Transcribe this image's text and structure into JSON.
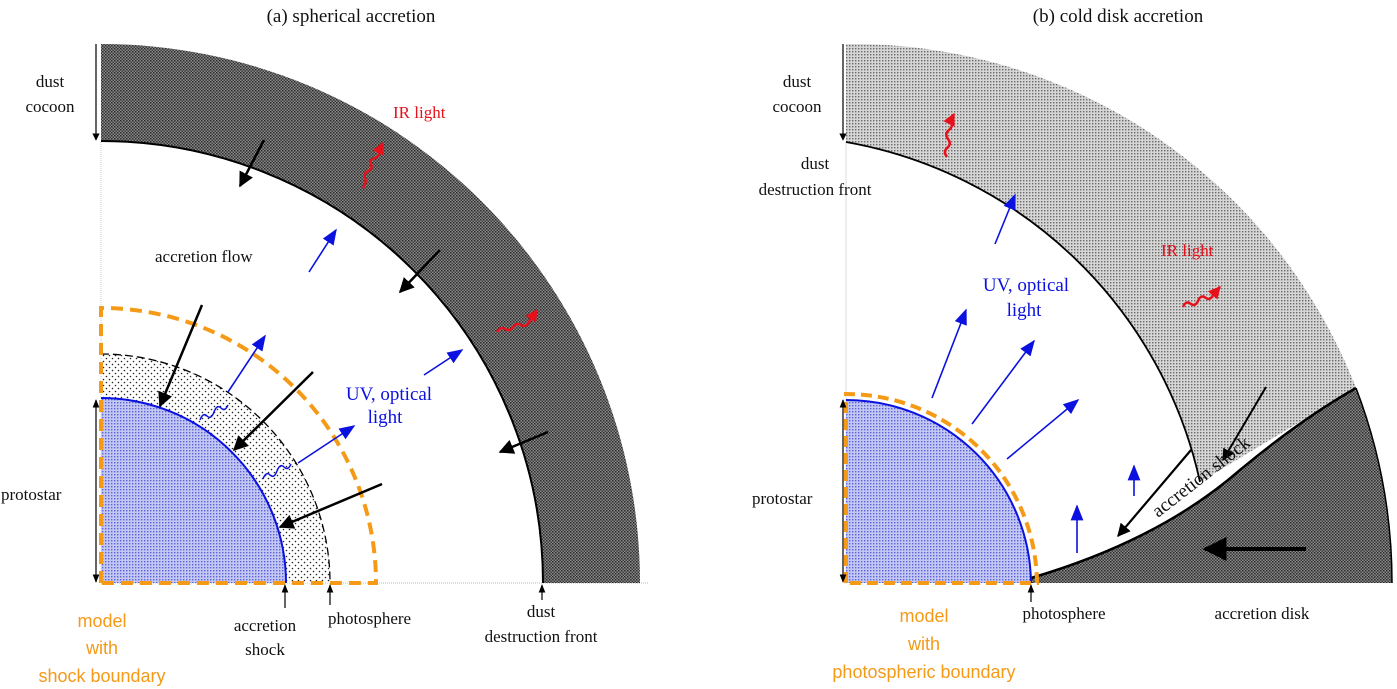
{
  "colors": {
    "dust_dark": "#6e6e6e",
    "dust_light": "#bdbdbd",
    "protostar_fill": "#8f96e6",
    "photosphere_dots": "#f2f2f2",
    "uv_blue": "#0b12e0",
    "ir_red": "#e8101a",
    "model_orange": "#f59a17",
    "text_black": "#111111"
  },
  "panel_a": {
    "title": "(a) spherical accretion",
    "labels": {
      "dust_cocoon_1": "dust",
      "dust_cocoon_2": "cocoon",
      "ir_light": "IR light",
      "accretion_flow": "accretion flow",
      "uv_optical_1": "UV, optical",
      "uv_optical_2": "light",
      "protostar": "protostar",
      "accretion_shock_1": "accretion",
      "accretion_shock_2": "shock",
      "photosphere": "photosphere",
      "dust_front_1": "dust",
      "dust_front_2": "destruction front",
      "model_1": "model",
      "model_2": "with",
      "model_3": "shock boundary"
    }
  },
  "panel_b": {
    "title": "(b) cold disk accretion",
    "labels": {
      "dust_cocoon_1": "dust",
      "dust_cocoon_2": "cocoon",
      "dust_front_1": "dust",
      "dust_front_2": "destruction front",
      "ir_light": "IR light",
      "uv_optical_1": "UV, optical",
      "uv_optical_2": "light",
      "protostar": "protostar",
      "accretion_shock": "accretion shock",
      "photosphere": "photosphere",
      "accretion_disk": "accretion disk",
      "model_1": "model",
      "model_2": "with",
      "model_3": "photospheric boundary"
    }
  }
}
